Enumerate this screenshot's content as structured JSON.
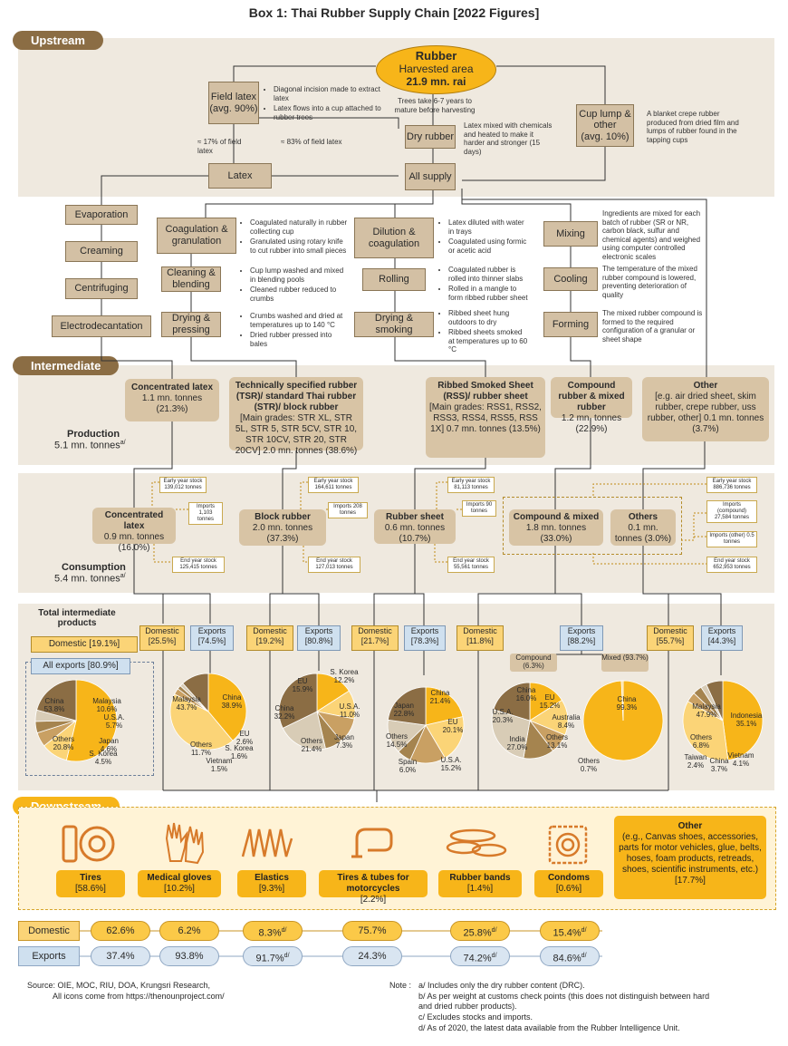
{
  "title": "Box 1: Thai Rubber Supply Chain [2022 Figures]",
  "sections": {
    "upstream": "Upstream",
    "intermediate": "Intermediate",
    "downstream": "Downstream"
  },
  "upstream": {
    "rubber_title": "Rubber",
    "rubber_sub": "Harvested area",
    "rubber_value": "21.9 mn. rai",
    "field_latex": "Field latex",
    "field_latex_pct": "(avg. 90%)",
    "field_notes": [
      "Diagonal incision made to extract latex",
      "Latex flows into a cup attached to rubber trees"
    ],
    "trees_note": "Trees take 6-7 years to mature before harvesting",
    "dry_rubber": "Dry rubber",
    "dry_note": "Latex mixed with chemicals and heated to make it harder and stronger (15 days)",
    "cup_lump": "Cup lump & other",
    "cup_lump_pct": "(avg. 10%)",
    "cup_note": "A blanket crepe rubber produced from dried film and lumps of rubber found in the tapping cups",
    "pct17": "≈ 17% of field latex",
    "pct83": "≈ 83% of field latex",
    "latex": "Latex",
    "all_supply": "All supply",
    "evaporation": "Evaporation",
    "creaming": "Creaming",
    "centrifuging": "Centrifuging",
    "electrodecantation": "Electrodecantation",
    "coagulation": "Coagulation & granulation",
    "coag_notes": [
      "Coagulated naturally in rubber collecting cup",
      "Granulated using rotary knife to cut rubber into small pieces"
    ],
    "cleaning": "Cleaning & blending",
    "clean_notes": [
      "Cup lump washed and mixed in blending pools",
      "Cleaned rubber reduced to crumbs"
    ],
    "drying_pressing": "Drying & pressing",
    "dp_notes": [
      "Crumbs washed and dried at temperatures up to 140 °C",
      "Dried rubber pressed into bales"
    ],
    "dilution": "Dilution & coagulation",
    "dil_notes": [
      "Latex diluted with water in trays",
      "Coagulated using formic or acetic acid"
    ],
    "rolling": "Rolling",
    "roll_notes": [
      "Coagulated rubber is rolled into thinner slabs",
      "Rolled in a mangle to form ribbed rubber sheet"
    ],
    "drying_smoking": "Drying & smoking",
    "ds_notes": [
      "Ribbed sheet hung outdoors to dry",
      "Ribbed sheets smoked at temperatures up to 60 °C"
    ],
    "mixing": "Mixing",
    "mix_note": "Ingredients are mixed for each batch of rubber (SR or NR, carbon black, sulfur and chemical agents) and weighed using computer controlled electronic scales",
    "cooling": "Cooling",
    "cool_note": "The temperature of the mixed rubber compound is lowered, preventing deterioration of quality",
    "forming": "Forming",
    "form_note": "The mixed rubber compound is formed to the required configuration of a granular or sheet shape"
  },
  "intermediate": {
    "production_label": "Production",
    "production_value": "5.1 mn. tonnes",
    "production_sup": "a/",
    "consumption_label": "Consumption",
    "consumption_value": "5.4 mn. tonnes",
    "consumption_sup": "a/",
    "prod_boxes": [
      {
        "title": "Concentrated latex",
        "body": "1.1 mn. tonnes (21.3%)"
      },
      {
        "title": "Technically specified rubber (TSR)/ standard Thai rubber (STR)/ block rubber",
        "body": "[Main grades: STR XL, STR 5L, STR 5, STR 5CV, STR 10, STR 10CV, STR 20, STR 20CV] 2.0 mn. tonnes (38.6%)"
      },
      {
        "title": "Ribbed Smoked Sheet (RSS)/ rubber sheet",
        "body": "[Main grades: RSS1, RSS2, RSS3, RSS4, RSS5, RSS 1X] 0.7 mn. tonnes (13.5%)"
      },
      {
        "title": "Compound rubber & mixed rubber",
        "body": "1.2 mn. tonnes (22.9%)"
      },
      {
        "title": "Other",
        "body": "[e.g. air dried sheet, skim rubber, crepe rubber, uss rubber, other] 0.1 mn. tonnes (3.7%)"
      }
    ],
    "cons_boxes": [
      {
        "title": "Concentrated latex",
        "body": "0.9 mn. tonnes (16.0%)"
      },
      {
        "title": "Block rubber",
        "body": "2.0 mn. tonnes (37.3%)"
      },
      {
        "title": "Rubber sheet",
        "body": "0.6 mn. tonnes (10.7%)"
      },
      {
        "title": "Compound & mixed",
        "body": "1.8 mn. tonnes (33.0%)"
      },
      {
        "title": "Others",
        "body": "0.1 mn. tonnes (3.0%)"
      }
    ],
    "stocks": {
      "early": [
        "Early year stock 139,012 tonnes",
        "Early year stock 164,611 tonnes",
        "Early year stock 81,113 tonnes",
        "Early year stock 886,736 tonnes"
      ],
      "imports": [
        "Imports 1,103 tonnes",
        "Imports 208 tonnes",
        "Imports 90 tonnes",
        "Imports (compound) 27,584 tonnes",
        "Imports (other) 0.5 tonnes"
      ],
      "end": [
        "End year stock 125,415 tonnes",
        "End year stock 127,013 tonnes",
        "End year stock 55,561 tonnes",
        "End year stock 652,953 tonnes"
      ]
    },
    "total_label": "Total intermediate products",
    "total_domestic": "Domestic [19.1%]",
    "total_exports": "All exports [80.9%]",
    "dom_boxes": [
      "Domestic [25.5%]",
      "Domestic [19.2%]",
      "Domestic [21.7%]",
      "Domestic [11.8%]",
      "Domestic [55.7%]"
    ],
    "exp_boxes": [
      "Exports [74.5%]",
      "Exports [80.8%]",
      "Exports [78.3%]",
      "Exports [88.2%]",
      "Exports [44.3%]"
    ],
    "compound_label": "Compound (6.3%)",
    "mixed_label": "Mixed (93.7%)"
  },
  "chart_data": [
    {
      "type": "pie",
      "name": "All exports",
      "categories": [
        "China",
        "Malaysia",
        "U.S.A.",
        "Japan",
        "S. Korea",
        "Others"
      ],
      "values": [
        53.8,
        10.6,
        5.7,
        4.6,
        4.5,
        20.8
      ]
    },
    {
      "type": "pie",
      "name": "Concentrated latex exports",
      "categories": [
        "China",
        "Malaysia",
        "EU",
        "S. Korea",
        "Vietnam",
        "Others"
      ],
      "values": [
        38.9,
        43.7,
        2.6,
        1.6,
        1.5,
        11.7
      ]
    },
    {
      "type": "pie",
      "name": "Block rubber exports",
      "categories": [
        "EU",
        "S. Korea",
        "U.S.A.",
        "Japan",
        "Others",
        "China"
      ],
      "values": [
        15.9,
        12.2,
        11.0,
        7.3,
        21.4,
        32.2
      ]
    },
    {
      "type": "pie",
      "name": "Rubber sheet exports",
      "categories": [
        "China",
        "EU",
        "U.S.A.",
        "Spain",
        "Others",
        "Japan"
      ],
      "values": [
        21.4,
        20.1,
        15.2,
        6.0,
        14.5,
        22.8
      ]
    },
    {
      "type": "pie",
      "name": "Compound exports",
      "categories": [
        "China",
        "EU",
        "Australia",
        "Others",
        "India",
        "U.S.A."
      ],
      "values": [
        16.0,
        15.2,
        8.4,
        13.1,
        27.0,
        20.3
      ]
    },
    {
      "type": "pie",
      "name": "Mixed exports",
      "categories": [
        "China",
        "Others"
      ],
      "values": [
        99.3,
        0.7
      ]
    },
    {
      "type": "pie",
      "name": "Others exports",
      "categories": [
        "Malaysia",
        "Indonesia",
        "Vietnam",
        "China",
        "Taiwan",
        "Others"
      ],
      "values": [
        47.9,
        35.1,
        4.1,
        3.7,
        2.4,
        6.8
      ]
    }
  ],
  "pie_labels": [
    [
      {
        "t": "China\n53.8%"
      },
      {
        "t": "Malaysia\n10.6%"
      },
      {
        "t": "U.S.A.\n5.7%"
      },
      {
        "t": "Japan\n4.6%"
      },
      {
        "t": "S. Korea\n4.5%"
      },
      {
        "t": "Others\n20.8%"
      }
    ],
    [
      {
        "t": "Malaysia\n43.7%"
      },
      {
        "t": "China\n38.9%"
      },
      {
        "t": "EU\n2.6%"
      },
      {
        "t": "S. Korea\n1.6%"
      },
      {
        "t": "Vietnam\n1.5%"
      },
      {
        "t": "Others\n11.7%"
      }
    ],
    [
      {
        "t": "EU\n15.9%"
      },
      {
        "t": "S. Korea\n12.2%"
      },
      {
        "t": "U.S.A.\n11.0%"
      },
      {
        "t": "Japan\n7.3%"
      },
      {
        "t": "Others\n21.4%"
      },
      {
        "t": "China\n32.2%"
      }
    ],
    [
      {
        "t": "China\n21.4%"
      },
      {
        "t": "EU\n20.1%"
      },
      {
        "t": "U.S.A.\n15.2%"
      },
      {
        "t": "Spain\n6.0%"
      },
      {
        "t": "Others\n14.5%"
      },
      {
        "t": "Japan\n22.8%"
      }
    ],
    [
      {
        "t": "China\n16.0%"
      },
      {
        "t": "EU\n15.2%"
      },
      {
        "t": "Australia\n8.4%"
      },
      {
        "t": "Others\n13.1%"
      },
      {
        "t": "India\n27.0%"
      },
      {
        "t": "U.S.A.\n20.3%"
      }
    ],
    [
      {
        "t": "China\n99.3%"
      },
      {
        "t": "Others\n0.7%"
      }
    ],
    [
      {
        "t": "Malaysia\n47.9%"
      },
      {
        "t": "Indonesia\n35.1%"
      },
      {
        "t": "Vietnam\n4.1%"
      },
      {
        "t": "China\n3.7%"
      },
      {
        "t": "Taiwan\n2.4%"
      },
      {
        "t": "Others\n6.8%"
      }
    ]
  ],
  "downstream": {
    "items": [
      {
        "name": "Tires",
        "pct": "[58.6%]",
        "icon": "tire-icon",
        "dom": "62.6%",
        "exp": "37.4%"
      },
      {
        "name": "Medical gloves",
        "pct": "[10.2%]",
        "icon": "gloves-icon",
        "dom": "6.2%",
        "exp": "93.8%"
      },
      {
        "name": "Elastics",
        "pct": "[9.3%]",
        "icon": "elastic-icon",
        "dom": "8.3%",
        "exp": "91.7%",
        "sup": "d/"
      },
      {
        "name": "Tires & tubes for motorcycles",
        "pct": "[2.2%]",
        "icon": "tube-icon",
        "dom": "75.7%",
        "exp": "24.3%"
      },
      {
        "name": "Rubber bands",
        "pct": "[1.4%]",
        "icon": "band-icon",
        "dom": "25.8%",
        "exp": "74.2%",
        "sup": "d/"
      },
      {
        "name": "Condoms",
        "pct": "[0.6%]",
        "icon": "condom-icon",
        "dom": "15.4%",
        "exp": "84.6%",
        "sup": "d/"
      }
    ],
    "other_title": "Other",
    "other_body": "(e.g., Canvas shoes, accessories, parts for motor vehicles, glue, belts, hoses, foam products, retreads, shoes, scientific instruments, etc.) [17.7%]",
    "domestic_label": "Domestic",
    "exports_label": "Exports"
  },
  "footer": {
    "source": "Source: OIE, MOC, RIU, DOA, Krungsri Research,",
    "source2": "All icons come from https://thenounproject.com/",
    "note_label": "Note :",
    "notes": [
      "a/ Includes only the dry rubber content (DRC).",
      "b/ As per weight at customs check points (this does not distinguish between hard and dried rubber products).",
      "c/ Excludes stocks and imports.",
      "d/ As of 2020, the latest data available from the Rubber Intelligence Unit."
    ]
  },
  "colors": {
    "brown": "#8b6d44",
    "tan": "#d3c0a4",
    "yellow": "#f7b519",
    "blue": "#cfe0ef",
    "band": "#efe9df"
  }
}
